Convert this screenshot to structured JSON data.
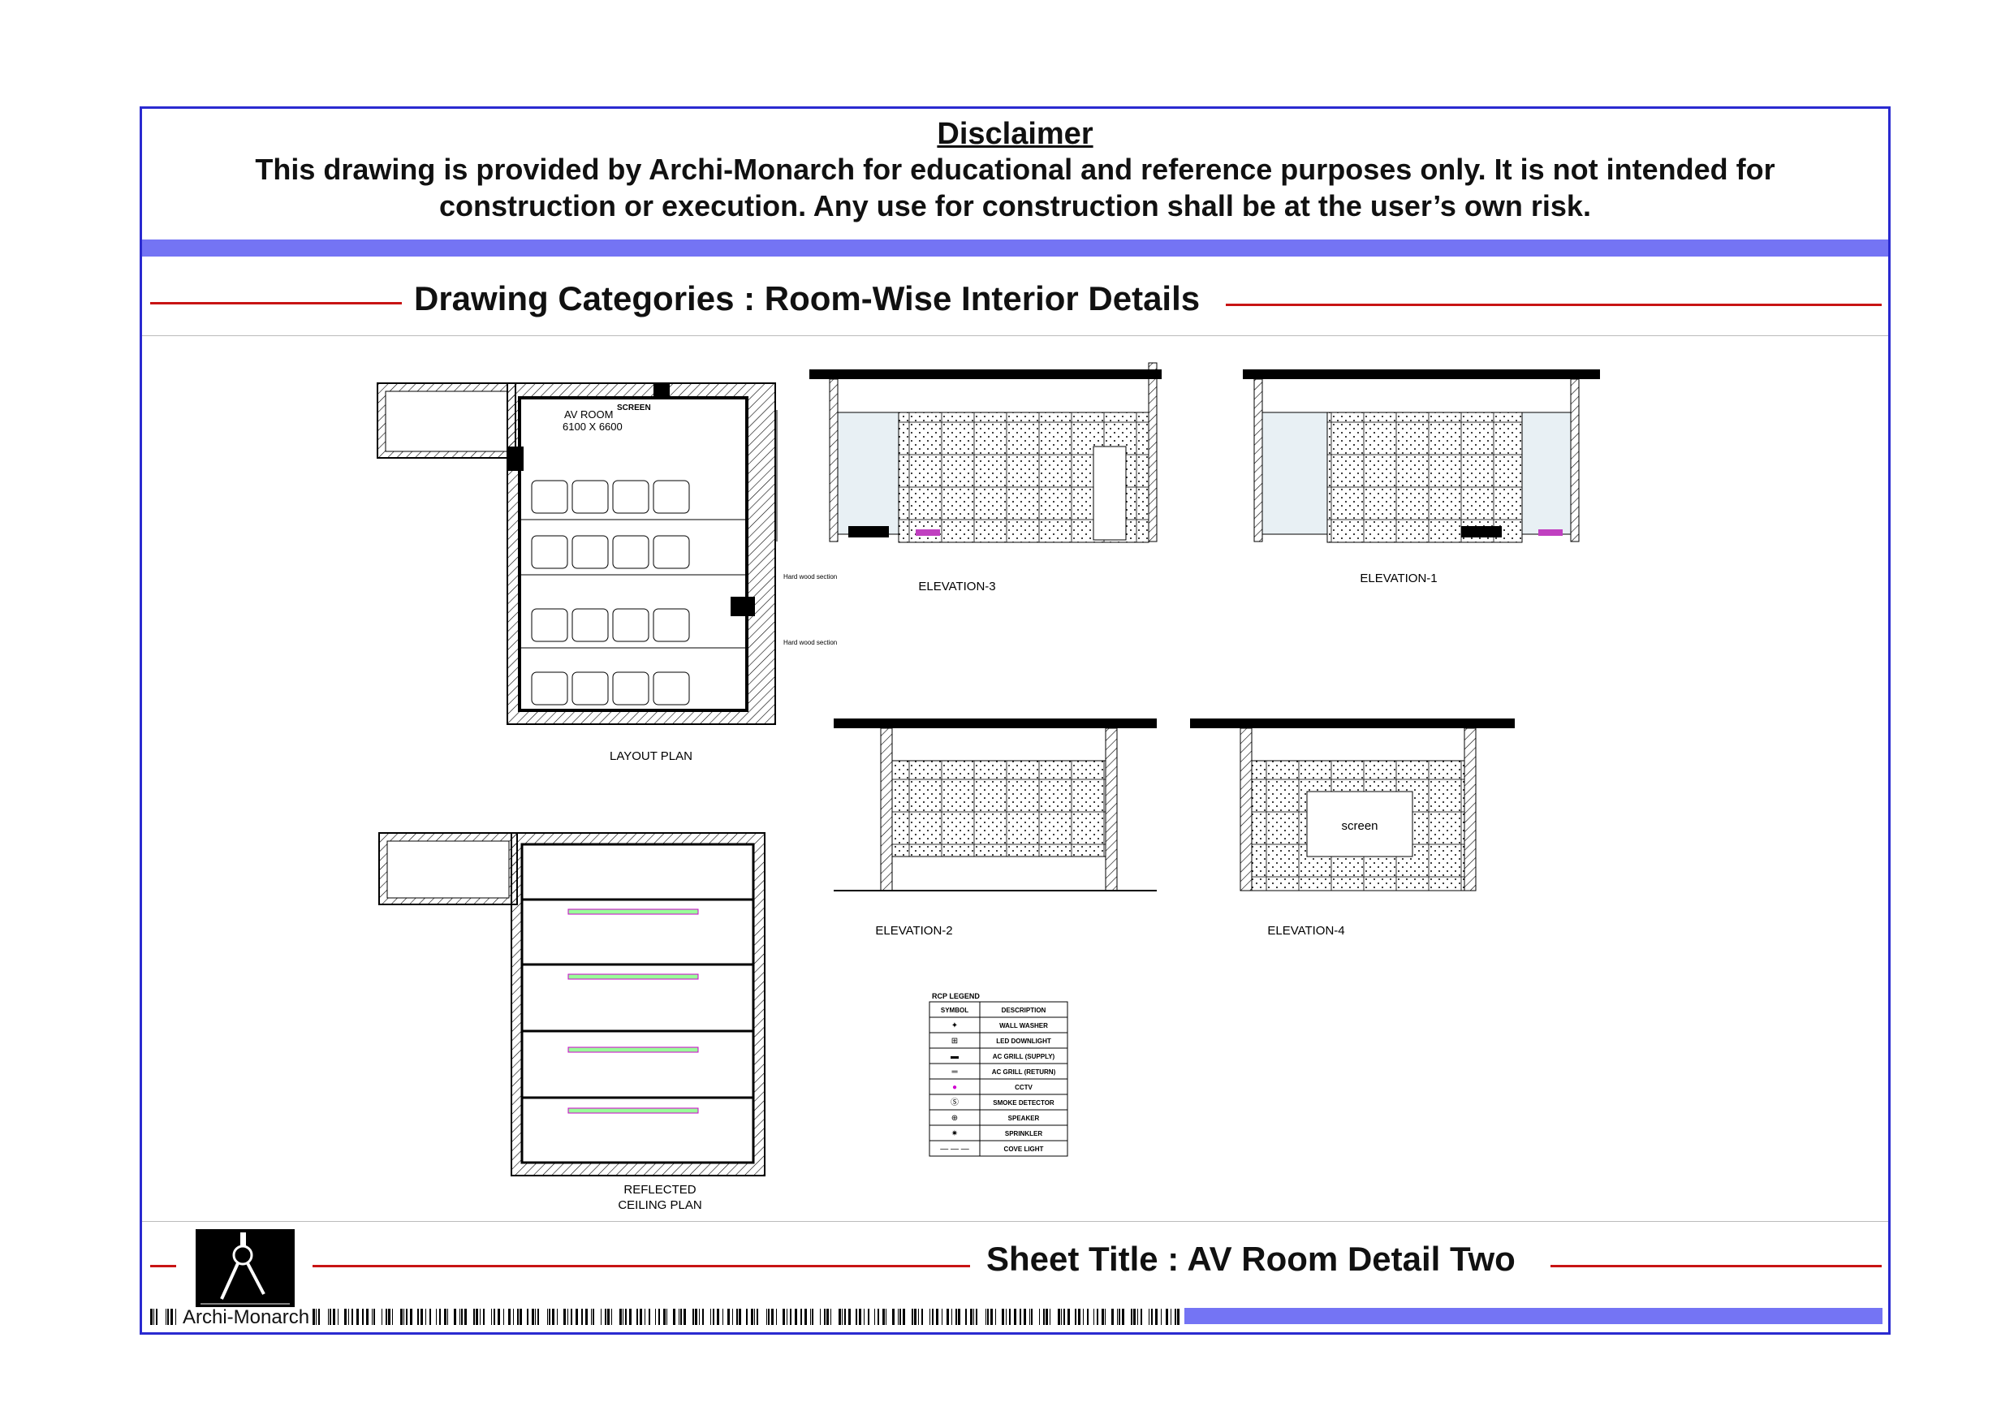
{
  "disclaimer": {
    "title": "Disclaimer",
    "text": "This drawing is provided by Archi-Monarch for educational and reference purposes only. It is not intended for construction or execution. Any use for construction shall be at the user’s own risk."
  },
  "category_title": "Drawing Categories : Room-Wise Interior Details",
  "sheet_title": "Sheet Title : AV Room Detail Two",
  "brand": "Archi-Monarch",
  "drawings": {
    "layout_plan": {
      "label": "LAYOUT PLAN",
      "room_name": "AV ROOM",
      "room_size": "6100 X 6600",
      "screen": "SCREEN",
      "note": "Hard wood section"
    },
    "elevation_3": "ELEVATION-3",
    "elevation_1": "ELEVATION-1",
    "elevation_2": "ELEVATION-2",
    "elevation_4": "ELEVATION-4",
    "elevation_4_screen": "screen",
    "rcp": {
      "label_line1": "REFLECTED",
      "label_line2": "CEILING PLAN"
    }
  },
  "legend": {
    "title": "RCP LEGEND",
    "headers": [
      "SYMBOL",
      "DESCRIPTION"
    ],
    "rows": [
      {
        "symbol": "wall-washer",
        "description": "WALL WASHER"
      },
      {
        "symbol": "led-downlight",
        "description": "LED DOWNLIGHT"
      },
      {
        "symbol": "ac-grill-supply",
        "description": "AC GRILL (SUPPLY)"
      },
      {
        "symbol": "ac-grill-return",
        "description": "AC GRILL (RETURN)"
      },
      {
        "symbol": "cctv",
        "description": "CCTV"
      },
      {
        "symbol": "smoke-detector",
        "description": "SMOKE DETECTOR"
      },
      {
        "symbol": "speaker",
        "description": "SPEAKER"
      },
      {
        "symbol": "sprinkler",
        "description": "SPRINKLER"
      },
      {
        "symbol": "cove-light",
        "description": "COVE LIGHT"
      }
    ]
  },
  "colors": {
    "frame": "#2a2ad0",
    "band": "#7474f4",
    "rule": "#c81414",
    "cctv": "#d000d0"
  }
}
